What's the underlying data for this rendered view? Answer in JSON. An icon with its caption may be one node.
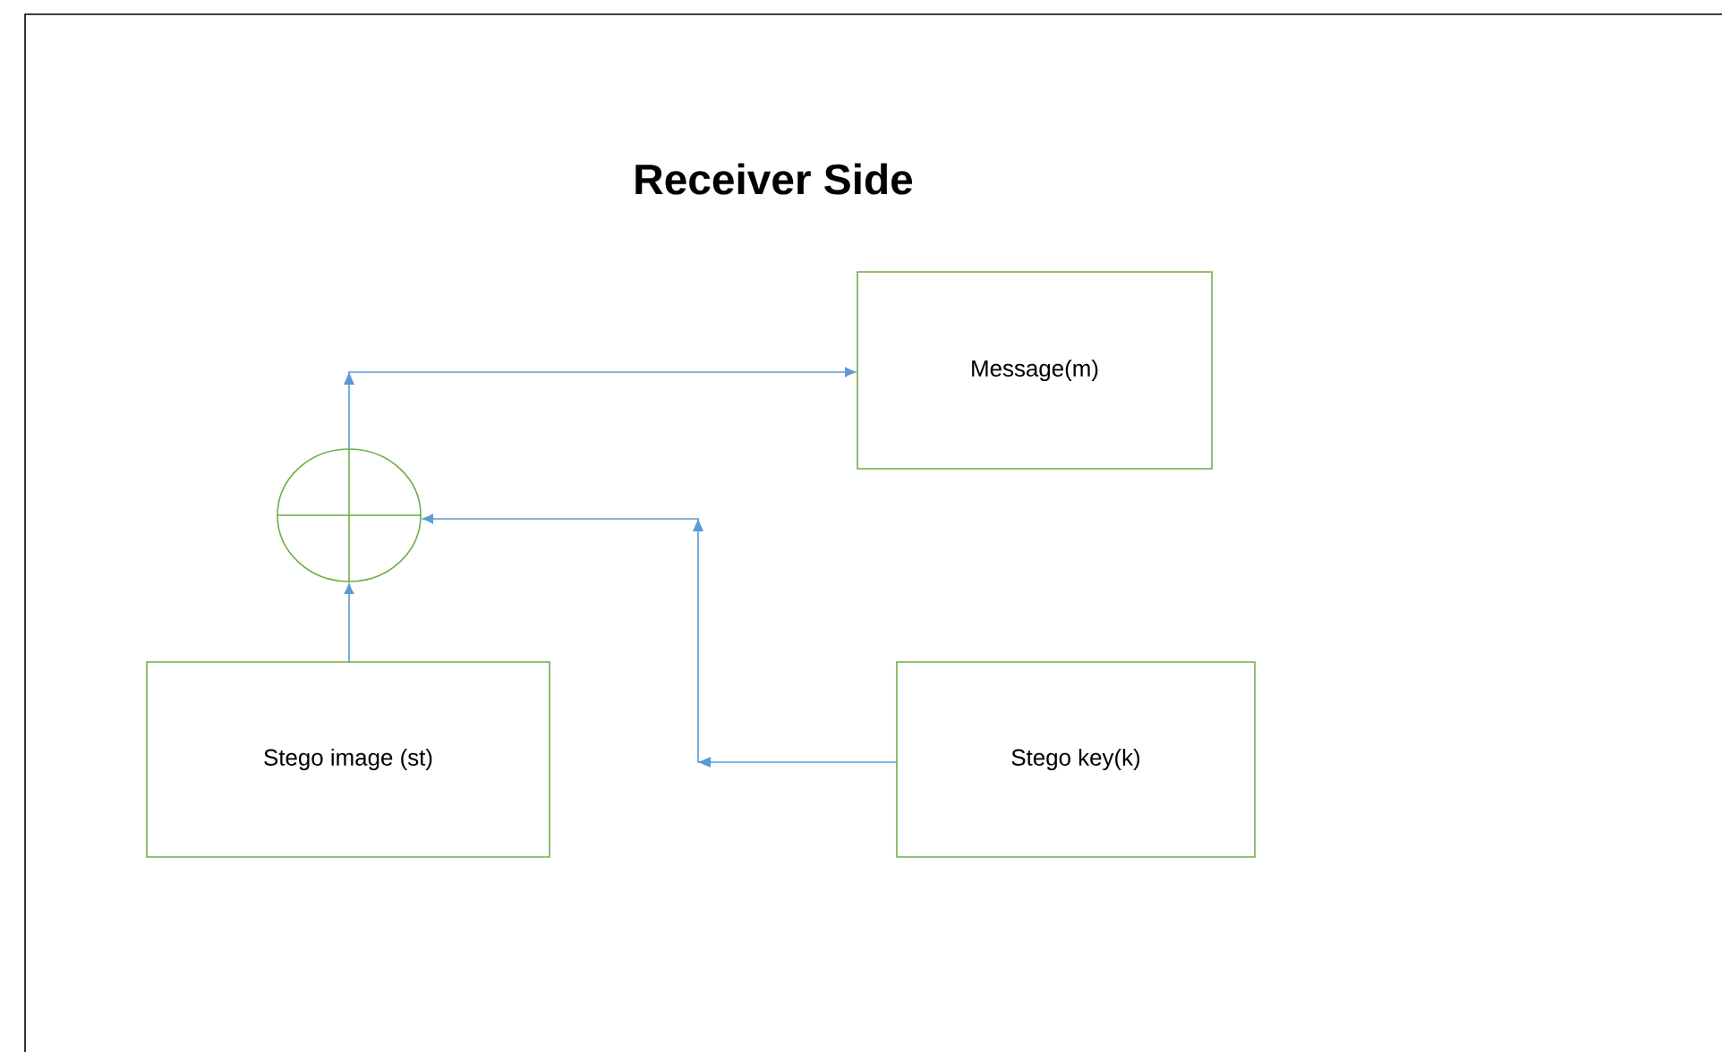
{
  "diagram": {
    "title": "Receiver Side",
    "nodes": [
      {
        "text": [
          "Message(m)"
        ]
      },
      {
        "text": [],
        "shape": "circle"
      },
      {
        "text": [
          "Stego image (st)"
        ]
      },
      {
        "text": [
          "Stego key(k)"
        ]
      }
    ],
    "edges": [
      {
        "from": 2,
        "to": 1,
        "arrow": "to"
      },
      {
        "from": 3,
        "to": 1,
        "arrow": "to"
      },
      {
        "from": 1,
        "to": 0,
        "arrow": "to"
      }
    ]
  }
}
